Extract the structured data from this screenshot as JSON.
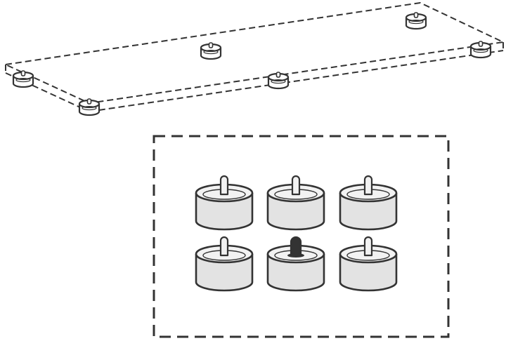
{
  "diagram": {
    "panel": {
      "outline_style": "dashed",
      "corner_feet_count": 6
    },
    "detail_box": {
      "outline_style": "dashed",
      "foot_count": 6,
      "rows": 2,
      "columns": 3,
      "highlighted_foot": {
        "row": 2,
        "column": 2
      }
    },
    "colors": {
      "line": "#333333",
      "foot_fill": "#e3e3e3",
      "foot_top": "#f2f2f2",
      "highlight": "#333333",
      "background": "#ffffff"
    }
  }
}
